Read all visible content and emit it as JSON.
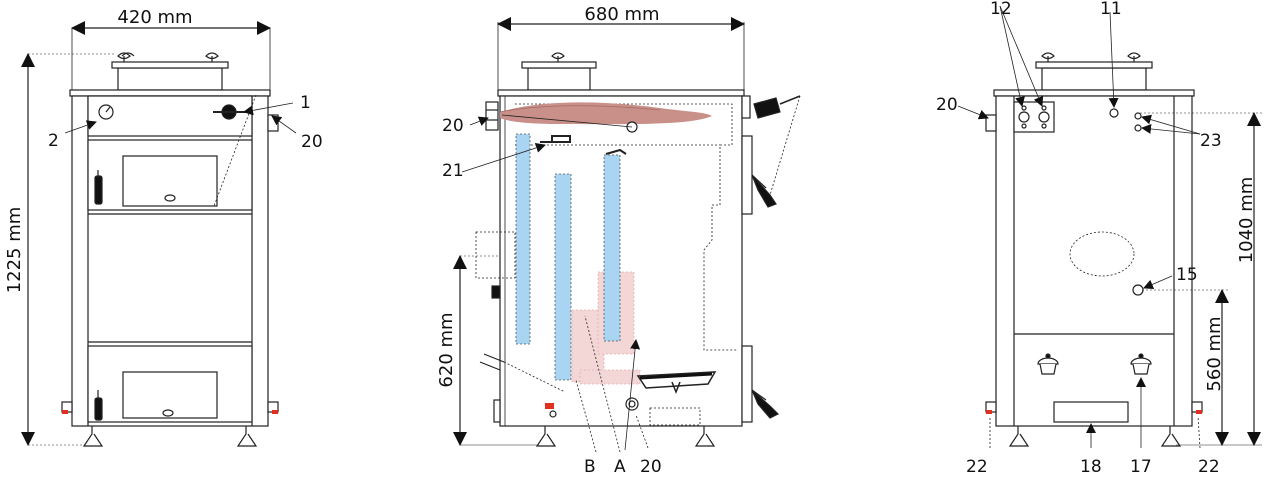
{
  "dimensions": {
    "front_width": "420 mm",
    "side_width": "680 mm",
    "front_height": "1225 mm",
    "side_lower_height": "620 mm",
    "back_upper_height": "1040 mm",
    "back_lower_height": "560 mm"
  },
  "labels": {
    "front_1": "1",
    "front_2": "2",
    "front_20": "20",
    "side_20_top": "20",
    "side_21": "21",
    "side_B": "B",
    "side_A": "A",
    "side_20_bottom": "20",
    "back_12": "12",
    "back_11": "11",
    "back_20": "20",
    "back_23": "23",
    "back_15": "15",
    "back_22_left": "22",
    "back_18": "18",
    "back_17": "17",
    "back_22_right": "22"
  },
  "colors": {
    "line": "#222222",
    "water_channel": "#a9d4f2",
    "flue_passage": "#f3d6d6",
    "valve_red": "#e03020",
    "pellet": "#c9908a"
  }
}
